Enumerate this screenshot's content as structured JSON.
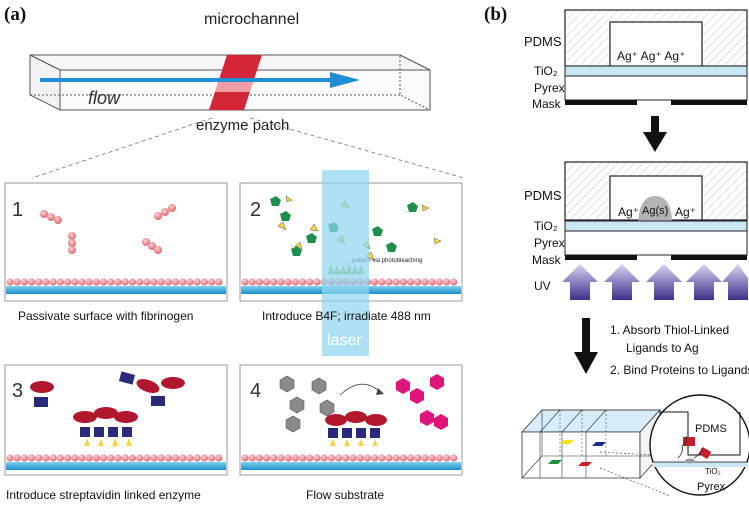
{
  "panel_a": {
    "label": "(a)",
    "channel_label": "microchannel",
    "flow_label": "flow",
    "patch_label": "enzyme patch",
    "steps": [
      {
        "number": "1",
        "caption": "Passivate surface with fibrinogen"
      },
      {
        "number": "2",
        "caption": "Introduce B4F; irradiate 488 nm",
        "note": "pattern via photobleaching",
        "laser_label": "laser"
      },
      {
        "number": "3",
        "caption": "Introduce streptavidin linked enzyme"
      },
      {
        "number": "4",
        "caption": "Flow substrate"
      }
    ]
  },
  "panel_b": {
    "label": "(b)",
    "top": {
      "pdms": "PDMS",
      "ions": "Ag⁺ Ag⁺ Ag⁺",
      "tio2": "TiO₂",
      "pyrex": "Pyrex",
      "mask": "Mask"
    },
    "middle": {
      "pdms": "PDMS",
      "ion_left": "Ag⁺",
      "deposit": "Ag(s)",
      "ion_right": "Ag⁺",
      "tio2": "TiO₂",
      "pyrex": "Pyrex",
      "mask": "Mask",
      "uv": "UV"
    },
    "steps": [
      "1.  Absorb Thiol-Linked",
      "Ligands to Ag",
      "2.  Bind Proteins to Ligands"
    ],
    "inset": {
      "pdms": "PDMS",
      "tio2": "TiO₂",
      "pyrex": "Pyrex"
    }
  },
  "colors": {
    "channel_arrow": "#1e8fd6",
    "patch": "#d42638",
    "laser": "#8fd5ee",
    "substrate": "#2aa7dd",
    "fibrinogen": "#f08a8a",
    "uv_arrow": "#4b3f9a"
  }
}
